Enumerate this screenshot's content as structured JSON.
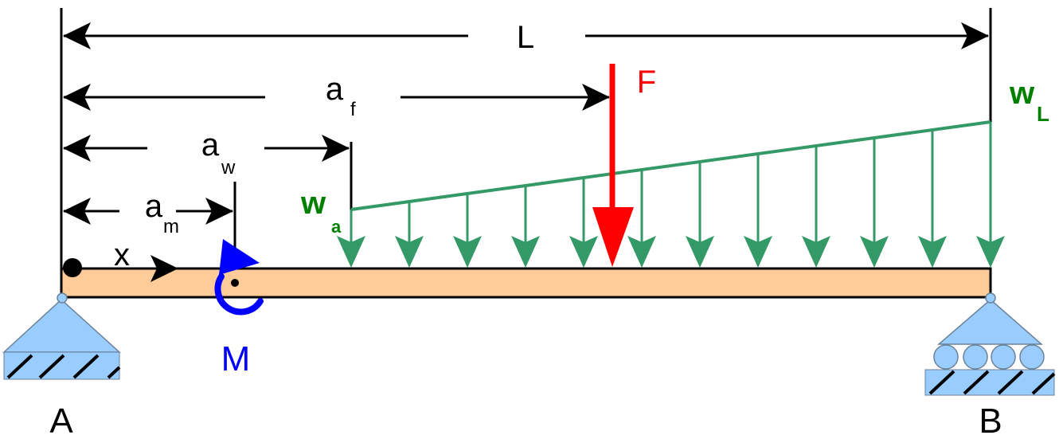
{
  "labels": {
    "length": "L",
    "force_distance": "a",
    "force_distance_sub": "f",
    "load_start_distance": "a",
    "load_start_distance_sub": "w",
    "moment_distance": "a",
    "moment_distance_sub": "m",
    "position": "x",
    "force": "F",
    "moment": "M",
    "load_start": "w",
    "load_start_sub": "a",
    "load_end": "w",
    "load_end_sub": "L",
    "support_left": "A",
    "support_right": "B"
  },
  "colors": {
    "beam": "#FFCC99",
    "load": "#339966",
    "load_label": "#008000",
    "force": "#FF0000",
    "moment": "#0000FF",
    "support": "#99CCFF"
  }
}
